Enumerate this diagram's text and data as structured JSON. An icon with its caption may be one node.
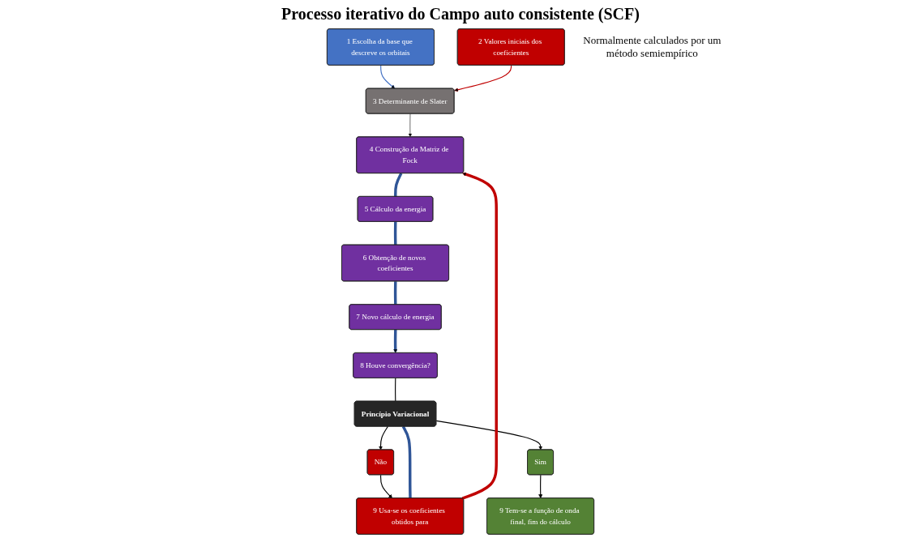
{
  "diagram": {
    "title": "Processo iterativo do Campo auto consistente (SCF)",
    "nodes": [
      {
        "text": [
          "1 Escolha da base que descreve os orbitais"
        ]
      },
      {
        "text": [
          "2 Valores iniciais dos coeficientes"
        ],
        "beside": [
          "Normalmente calculados por um método semiempírico"
        ]
      },
      {
        "text": [
          "3 Determinante de Slater"
        ]
      },
      {
        "text": [
          "4 Construção da Matriz de Fock"
        ]
      },
      {
        "text": [
          "5 Cálculo da energia"
        ]
      },
      {
        "text": [
          "6 Obtenção de novos coeficientes"
        ]
      },
      {
        "text": [
          "7 Novo cálculo de energia"
        ]
      },
      {
        "text": [
          "8 Houve convergência?"
        ]
      },
      {
        "text": [
          "Princípio Variacional"
        ]
      },
      {
        "text": [
          "Não"
        ]
      },
      {
        "text": [
          "Sim"
        ]
      },
      {
        "text": [
          "9 Usa-se os coeficientes obtidos para"
        ]
      },
      {
        "text": [
          "9 Tem-se a função de onda final, fim do cálculo"
        ]
      }
    ],
    "edges": [
      {
        "from": 0,
        "to": 2,
        "arrow": "to",
        "color": "#4472c4"
      },
      {
        "from": 1,
        "to": 2,
        "arrow": "to",
        "color": "#c00000"
      },
      {
        "from": 2,
        "to": 3,
        "arrow": "to",
        "color": "#7f7f7f"
      },
      {
        "from": 3,
        "to": 4,
        "arrow": "none",
        "style": "thick",
        "color": "#2f5597"
      },
      {
        "from": 4,
        "to": 5,
        "arrow": "none",
        "style": "thick",
        "color": "#2f5597"
      },
      {
        "from": 5,
        "to": 6,
        "arrow": "none",
        "style": "thick",
        "color": "#2f5597"
      },
      {
        "from": 6,
        "to": 7,
        "arrow": "to",
        "style": "thick",
        "color": "#2f5597"
      },
      {
        "from": 7,
        "to": 8,
        "arrow": "none",
        "color": "#000000"
      },
      {
        "from": 8,
        "to": 9,
        "arrow": "to",
        "color": "#000000"
      },
      {
        "from": 8,
        "to": 10,
        "arrow": "to",
        "color": "#000000"
      },
      {
        "from": 9,
        "to": 11,
        "arrow": "to",
        "color": "#000000"
      },
      {
        "from": 10,
        "to": 12,
        "arrow": "to",
        "color": "#000000"
      },
      {
        "from": 8,
        "to": 11,
        "arrow": "none",
        "style": "thick",
        "color": "#2f5597"
      },
      {
        "from": 11,
        "to": 3,
        "arrow": "to",
        "style": "thick",
        "color": "#c00000"
      }
    ]
  }
}
